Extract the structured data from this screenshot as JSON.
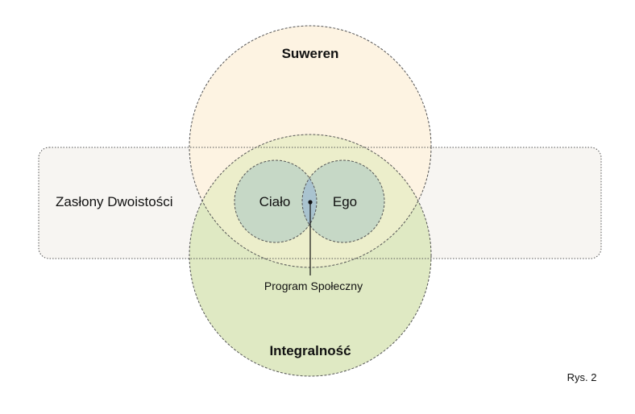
{
  "labels": {
    "suweren": "Suweren",
    "integralnosc": "Integralność",
    "zaslony": "Zasłony Dwoistości",
    "cialo": "Ciało",
    "ego": "Ego",
    "program": "Program Społeczny",
    "figure": "Rys. 2"
  },
  "colors": {
    "suweren_fill": "#fdf3e2",
    "integralnosc_fill": "#dfe9c3",
    "overlap_fill": "#eceecb",
    "band_fill": "#f7f5f2",
    "inner_fill": "#c6d8c6",
    "lens_fill": "#a9c3cf",
    "outline": "#555555"
  }
}
